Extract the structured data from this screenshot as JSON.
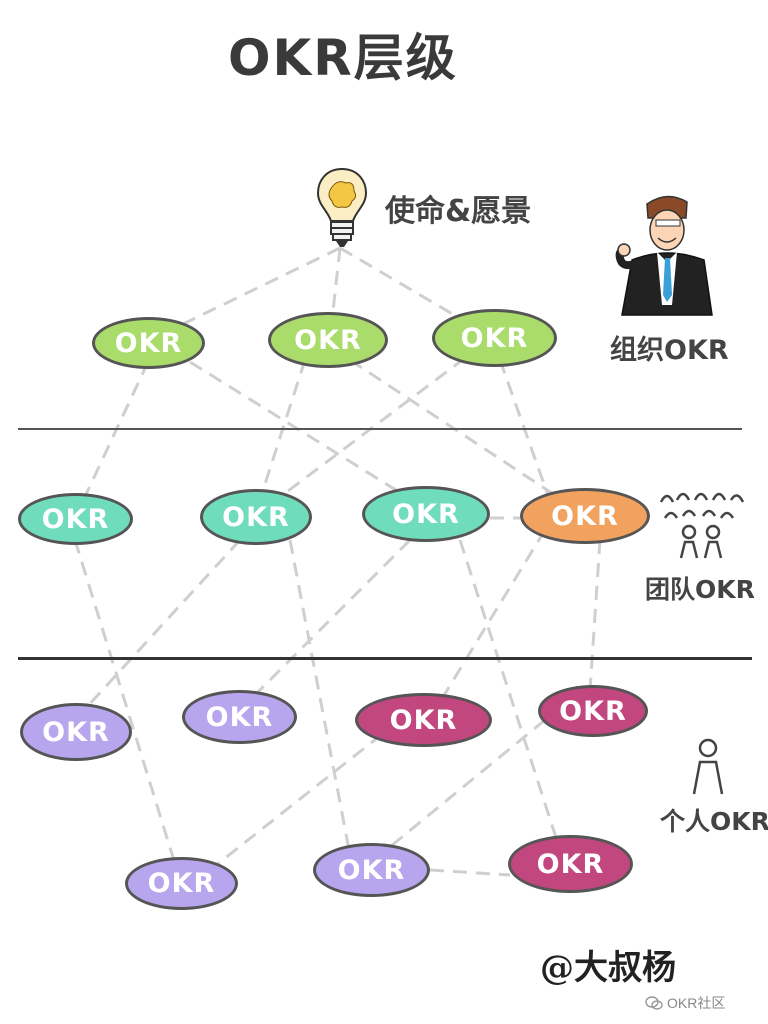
{
  "title": "OKR层级",
  "levels": {
    "mission": "使命&愿景",
    "org": "组织OKR",
    "team": "团队OKR",
    "personal": "个人OKR"
  },
  "node_label": "OKR",
  "colors": {
    "org_green": "#a9dc6a",
    "team_teal": "#6fdcbc",
    "team_orange": "#f2a25f",
    "personal_lavender": "#b7a6ee",
    "personal_magenta": "#c2477f",
    "line_gray": "#cfcfcf",
    "divider": "#555555"
  },
  "signature": "@大叔杨",
  "watermark": "OKR社区",
  "icons": [
    "lightbulb-icon",
    "businessman-icon",
    "team-people-icon",
    "person-icon",
    "wechat-icon"
  ]
}
